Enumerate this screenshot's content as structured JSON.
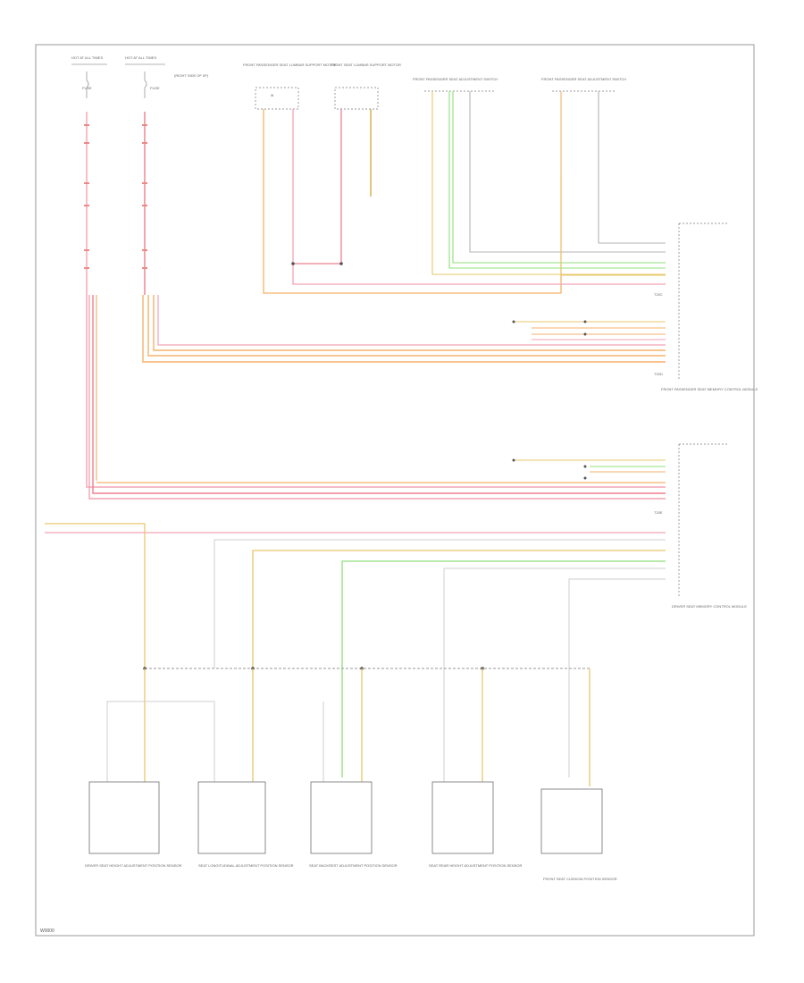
{
  "footer_code": "W0000",
  "colors": {
    "pink": "#f4a3b4",
    "red": "#ef7f8e",
    "orange": "#f5b26b",
    "yellow_orange": "#e8c86b",
    "green": "#8fe07a",
    "gray": "#b5b5b5"
  },
  "top_labels": {
    "hot_at_all_times_1": "HOT AT ALL TIMES",
    "hot_at_all_times_2": "HOT AT ALL TIMES",
    "fuse_1": "FUSE",
    "fuse_2": "FUSE",
    "fuse_block_note": "(RIGHT SIDE OF I/P)",
    "front_pass_lumbar": "FRONT PASSENGER SEAT LUMBAR SUPPORT MOTOR",
    "front_seat_lumbar": "FRONT SEAT LUMBAR SUPPORT MOTOR",
    "front_pass_switch_1": "FRONT PASSENGER SEAT ADJUSTMENT SWITCH",
    "front_pass_switch_2": "FRONT PASSENGER SEAT ADJUSTMENT SWITCH"
  },
  "modules": {
    "front_passenger_module": "FRONT PASSENGER SEAT MEMORY CONTROL MODULE",
    "driver_module": "DRIVER SEAT MEMORY CONTROL MODULE"
  },
  "bottom_components": [
    {
      "label": "DRIVER SEAT HEIGHT ADJUSTMENT POSITION SENSOR"
    },
    {
      "label": "SEAT LONGITUDINAL ADJUSTMENT POSITION SENSOR"
    },
    {
      "label": "SEAT BACKREST ADJUSTMENT POSITION SENSOR"
    },
    {
      "label": "SEAT REAR HEIGHT ADJUSTMENT POSITION SENSOR"
    },
    {
      "label": "FRONT SEAT CUSHION POSITION SENSOR"
    }
  ]
}
